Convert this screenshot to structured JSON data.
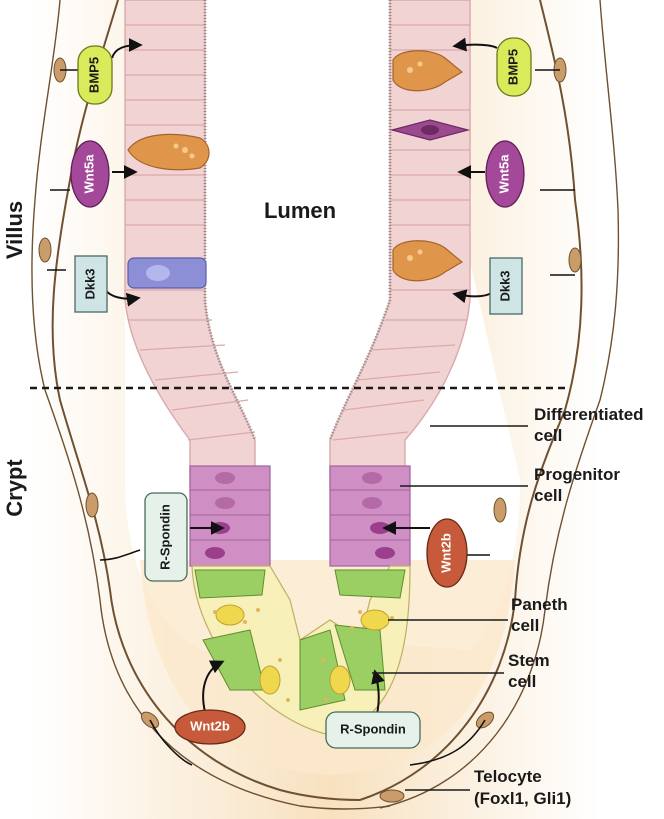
{
  "regions": {
    "villus": "Villus",
    "crypt": "Crypt",
    "lumen": "Lumen"
  },
  "signals": {
    "bmp5": "BMP5",
    "wnt5a": "Wnt5a",
    "dkk3": "Dkk3",
    "r_spondin": "R-Spondin",
    "wnt2b": "Wnt2b"
  },
  "cell_labels": {
    "differentiated": [
      "Differentiated",
      "cell"
    ],
    "progenitor": [
      "Progenitor",
      "cell"
    ],
    "paneth": [
      "Paneth",
      "cell"
    ],
    "stem": [
      "Stem",
      "cell"
    ],
    "telocyte": [
      "Telocyte",
      "(Foxl1, Gli1)"
    ]
  },
  "colors": {
    "epithelium": "#f2d3d3",
    "epithelium_line": "#d9a9ab",
    "stroma": "#f7e3c4",
    "progenitor": "#cf8fc4",
    "paneth": "#f7f0b9",
    "stem": "#9ccf63",
    "bmp5_fill": "#d9ea5a",
    "wnt5a_fill": "#a4489a",
    "dkk3_fill": "#cfe4e4",
    "wnt2b_fill": "#c65a3a",
    "rspondin_fill": "#e6f1ea",
    "goblet": "#e0964a",
    "tuft": "#8c8fd6",
    "telocyte_line": "#6f5030"
  }
}
